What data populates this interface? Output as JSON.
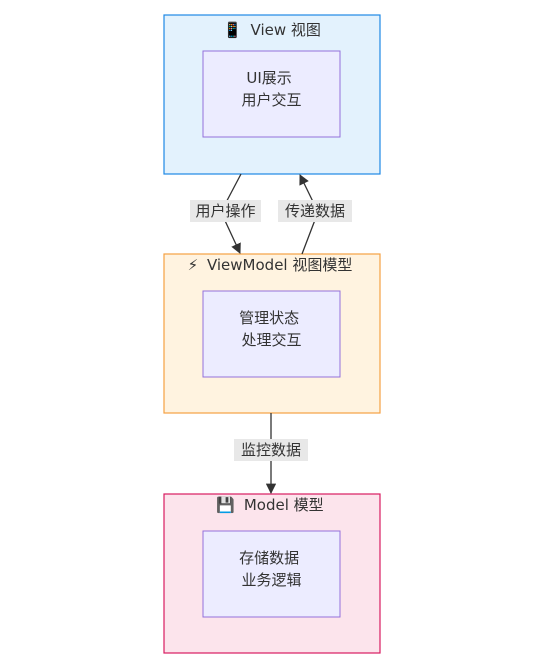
{
  "clusters": [
    {
      "id": "view",
      "icon": "📱",
      "icon_name": "phone-icon",
      "title": "View 视图",
      "fill": "#e3f2fd",
      "stroke": "#1e88e5",
      "node": {
        "lines": [
          "UI展示",
          "用户交互"
        ]
      }
    },
    {
      "id": "viewmodel",
      "icon": "⚡",
      "icon_name": "lightning-icon",
      "title": "ViewModel 视图模型",
      "fill": "#fff3e0",
      "stroke": "#f5a142",
      "node": {
        "lines": [
          "管理状态",
          "处理交互"
        ]
      }
    },
    {
      "id": "model",
      "icon": "💾",
      "icon_name": "floppy-disk-icon",
      "title": "Model 模型",
      "fill": "#fce4ec",
      "stroke": "#d81b60",
      "node": {
        "lines": [
          "存储数据",
          "业务逻辑"
        ]
      }
    }
  ],
  "node_style": {
    "fill": "#ececff",
    "stroke": "#9370db"
  },
  "edges": [
    {
      "id": "user-action",
      "from": "view",
      "to": "viewmodel",
      "label": "用户操作"
    },
    {
      "id": "pass-data",
      "from": "viewmodel",
      "to": "view",
      "label": "传递数据"
    },
    {
      "id": "observe-data",
      "from": "viewmodel",
      "to": "model",
      "label": "监控数据"
    }
  ],
  "edge_style": {
    "stroke": "#333333",
    "label_bg": "#e8e8e8"
  }
}
